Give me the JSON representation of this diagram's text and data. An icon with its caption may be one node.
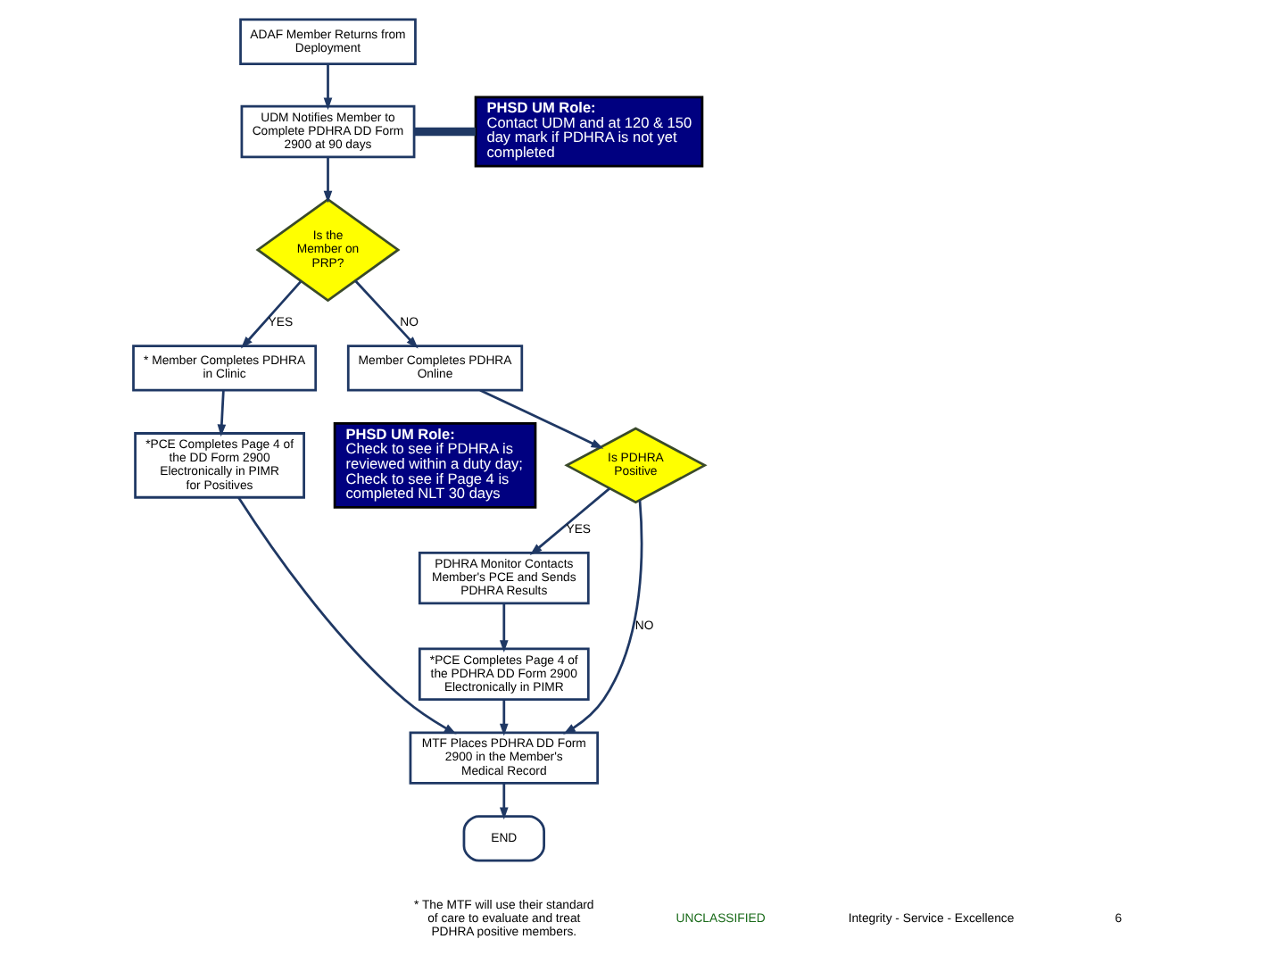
{
  "diagram": {
    "nodes": [
      {
        "text": [
          "ADAF Member Returns from Deployment"
        ]
      },
      {
        "text": [
          "UDM Notifies Member to Complete PDHRA DD Form 2900 at 90 days"
        ]
      },
      {
        "text": [
          "PHSD UM Role:",
          "Contact UDM and at 120 & 150 day mark if PDHRA is not yet completed"
        ]
      },
      {
        "text": [
          "Is the Member on PRP?"
        ]
      },
      {
        "text": [
          "* Member Completes PDHRA in Clinic"
        ]
      },
      {
        "text": [
          "Member Completes PDHRA Online"
        ]
      },
      {
        "text": [
          "PHSD UM Role:",
          "Check to see if PDHRA is reviewed within a duty day; Check to see if Page 4 is completed NLT 30 days"
        ]
      },
      {
        "text": [
          "*PCE Completes Page 4 of the DD Form 2900 Electronically in PIMR for Positives"
        ]
      },
      {
        "text": [
          "Is PDHRA Positive"
        ]
      },
      {
        "text": [
          "PDHRA Monitor Contacts Member's PCE and Sends PDHRA Results"
        ]
      },
      {
        "text": [
          "MTF Places PDHRA DD Form 2900 in the Member's Medical Record"
        ]
      },
      {
        "text": [
          "*PCE Completes Page 4 of the PDHRA DD Form 2900 Electronically in PIMR"
        ]
      },
      {
        "text": [
          "END"
        ]
      }
    ],
    "edges": [
      {
        "from": 0,
        "to": 1,
        "arrow": "to"
      },
      {
        "from": 1,
        "to": 2,
        "arrow": "none",
        "style": "thick"
      },
      {
        "from": 1,
        "to": 3,
        "arrow": "to"
      },
      {
        "from": 3,
        "to": 4,
        "label": "YES",
        "arrow": "to"
      },
      {
        "from": 3,
        "to": 5,
        "label": "NO",
        "arrow": "to"
      },
      {
        "from": 4,
        "to": 7,
        "arrow": "to"
      },
      {
        "from": 5,
        "to": 8,
        "arrow": "to"
      },
      {
        "from": 7,
        "to": 10,
        "arrow": "to"
      },
      {
        "from": 8,
        "to": 10,
        "label": "NO",
        "arrow": "to"
      },
      {
        "from": 8,
        "to": 9,
        "label": "YES",
        "arrow": "to"
      },
      {
        "from": 9,
        "to": 11,
        "arrow": "to"
      },
      {
        "from": 11,
        "to": 10,
        "arrow": "to"
      },
      {
        "from": 10,
        "to": 12,
        "arrow": "to"
      }
    ],
    "labels": [
      "* The MTF will use their standard of care to evaluate and treat PDHRA positive members.",
      "UNCLASSIFIED",
      "Integrity - Service - Excellence",
      "6"
    ]
  }
}
